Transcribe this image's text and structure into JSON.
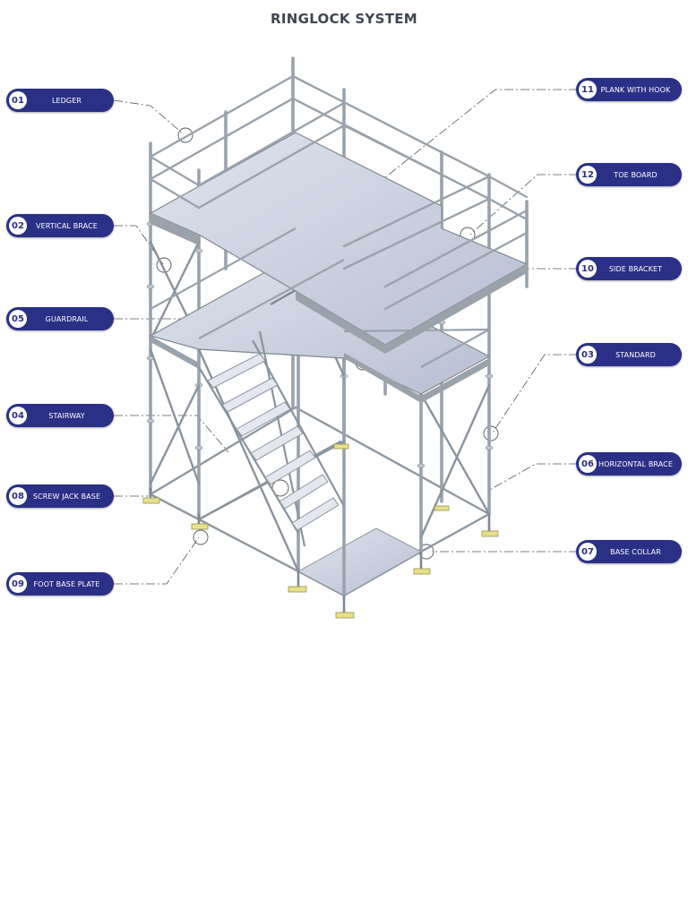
{
  "title": "RINGLOCK SYSTEM",
  "labels": [
    {
      "num": "01",
      "text": "LEDGER"
    },
    {
      "num": "02",
      "text": "VERTICAL BRACE"
    },
    {
      "num": "05",
      "text": "GUARDRAIL"
    },
    {
      "num": "04",
      "text": "STAIRWAY"
    },
    {
      "num": "08",
      "text": "SCREW JACK BASE"
    },
    {
      "num": "09",
      "text": "FOOT BASE PLATE"
    },
    {
      "num": "11",
      "text": "PLANK WITH HOOK"
    },
    {
      "num": "12",
      "text": "TOE BOARD"
    },
    {
      "num": "10",
      "text": "SIDE BRACKET"
    },
    {
      "num": "03",
      "text": "STANDARD"
    },
    {
      "num": "06",
      "text": "HORIZONTAL BRACE"
    },
    {
      "num": "07",
      "text": "BASE COLLAR"
    }
  ],
  "colors": {
    "pill": "#2a3086",
    "steel": "#9aa2ab",
    "plank": "#c6ccdc",
    "base": "#e8e08a"
  }
}
